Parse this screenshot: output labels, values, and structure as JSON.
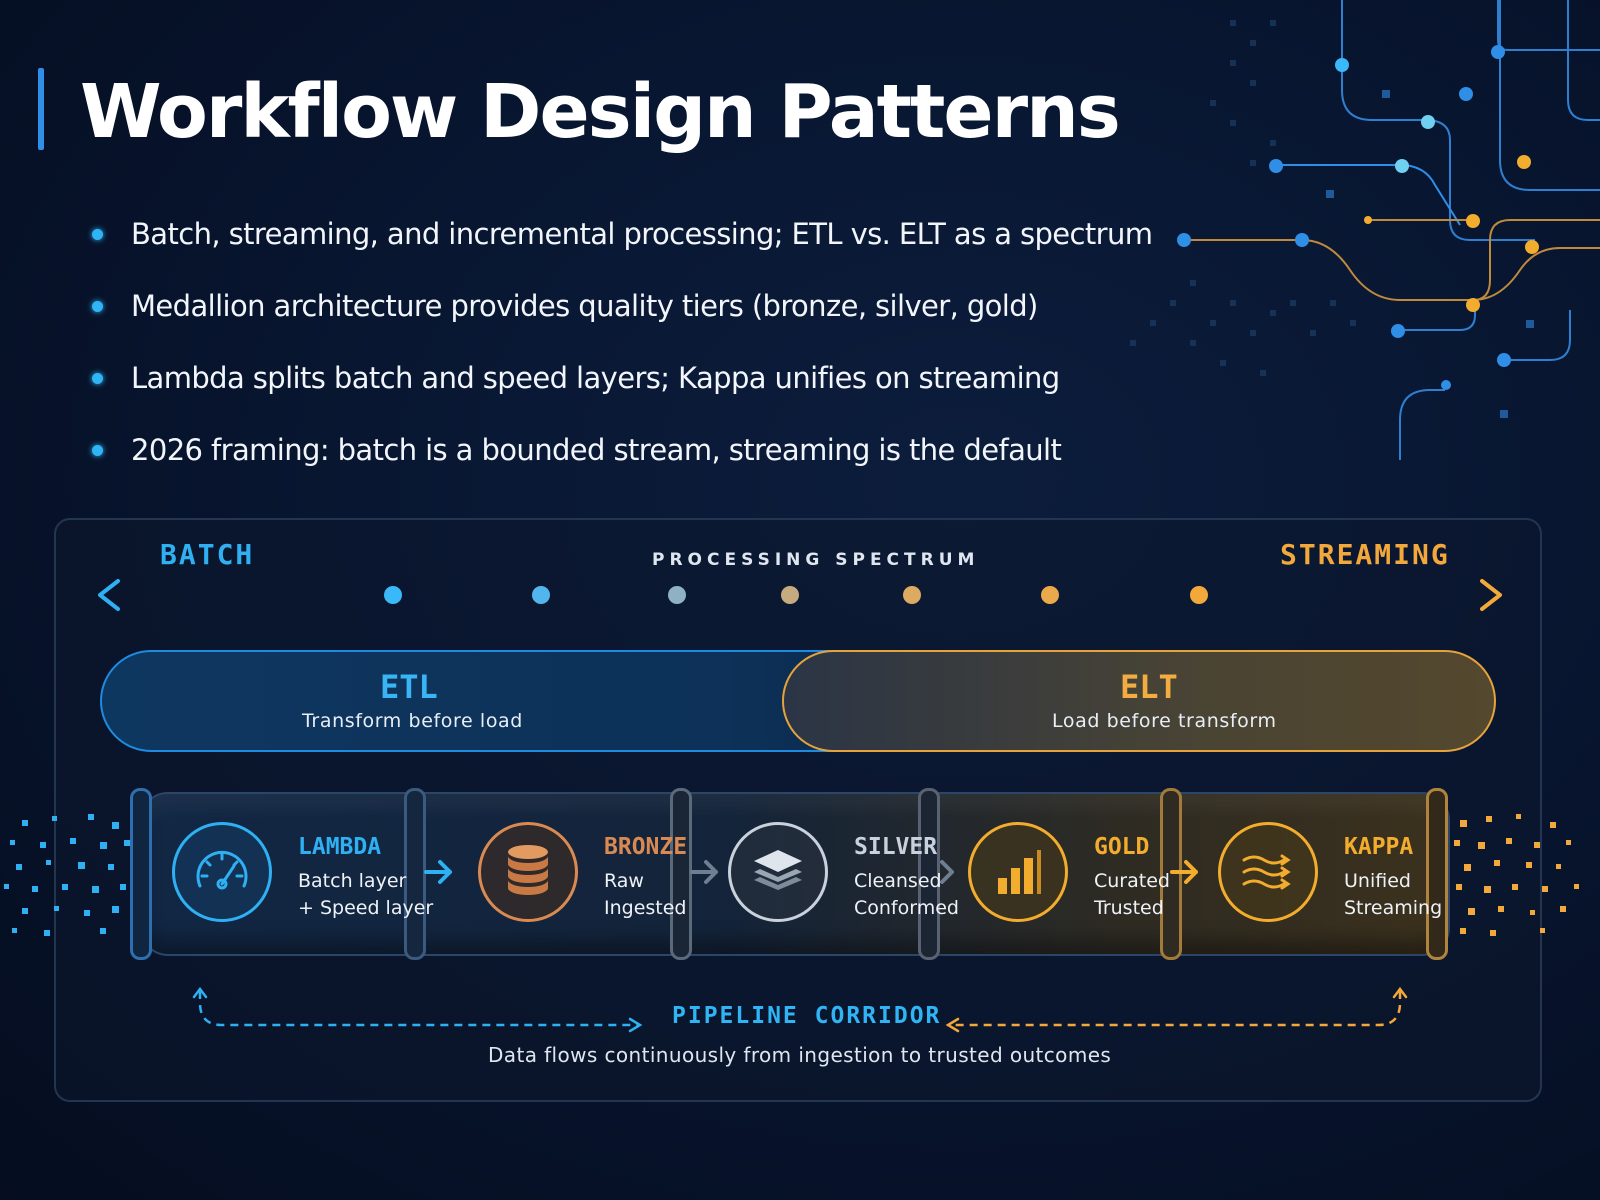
{
  "title": "Workflow Design Patterns",
  "bullets": [
    "Batch, streaming, and incremental processing; ETL vs. ELT as a spectrum",
    "Medallion architecture provides quality tiers (bronze, silver, gold)",
    "Lambda splits batch and speed layers; Kappa unifies on streaming",
    "2026 framing: batch is a bounded stream, streaming is the default"
  ],
  "spectrum": {
    "left_label": "BATCH",
    "center_label": "PROCESSING SPECTRUM",
    "right_label": "STREAMING"
  },
  "etl": {
    "title": "ETL",
    "subtitle": "Transform before load"
  },
  "elt": {
    "title": "ELT",
    "subtitle": "Load before transform"
  },
  "stages": [
    {
      "name": "LAMBDA",
      "line1": "Batch layer",
      "line2": "+ Speed layer",
      "icon": "gauge-icon",
      "color": "#2fb0f2"
    },
    {
      "name": "BRONZE",
      "line1": "Raw",
      "line2": "Ingested",
      "icon": "database-icon",
      "color": "#d98a52"
    },
    {
      "name": "SILVER",
      "line1": "Cleansed",
      "line2": "Conformed",
      "icon": "layers-icon",
      "color": "#c9d2dc"
    },
    {
      "name": "GOLD",
      "line1": "Curated",
      "line2": "Trusted",
      "icon": "bar-chart-icon",
      "color": "#f2ac2e"
    },
    {
      "name": "KAPPA",
      "line1": "Unified",
      "line2": "Streaming",
      "icon": "waves-icon",
      "color": "#f2ac2e"
    }
  ],
  "corridor": {
    "label": "PIPELINE CORRIDOR",
    "subtitle": "Data flows continuously from ingestion to trusted outcomes"
  },
  "colors": {
    "batch_blue": "#2fb0f2",
    "stream_orange": "#f2a83a",
    "bronze": "#d98a52",
    "silver": "#c9d2dc",
    "gold": "#f2ac2e"
  }
}
